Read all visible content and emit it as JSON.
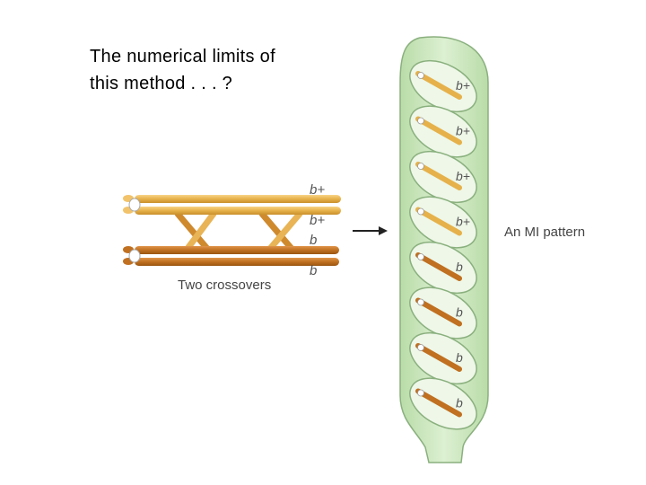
{
  "slide": {
    "heading_line1": "The numerical limits of",
    "heading_line2": "this method . . . ?"
  },
  "diagram": {
    "chromosome_labels": [
      "b+",
      "b+",
      "b",
      "b"
    ],
    "caption": "Two crossovers",
    "result_label": "An MI pattern",
    "ascus_spores": [
      {
        "allele": "b+",
        "color": "light"
      },
      {
        "allele": "b+",
        "color": "light"
      },
      {
        "allele": "b+",
        "color": "light"
      },
      {
        "allele": "b+",
        "color": "light"
      },
      {
        "allele": "b",
        "color": "dark"
      },
      {
        "allele": "b",
        "color": "dark"
      },
      {
        "allele": "b",
        "color": "dark"
      },
      {
        "allele": "b",
        "color": "dark"
      }
    ],
    "colors": {
      "light_chromatid": "#e6b14a",
      "dark_chromatid": "#c07020",
      "ascus_fill": "#cfe8c2",
      "ascus_stroke": "#8ab07e",
      "spore_fill": "#eef7e8"
    }
  }
}
